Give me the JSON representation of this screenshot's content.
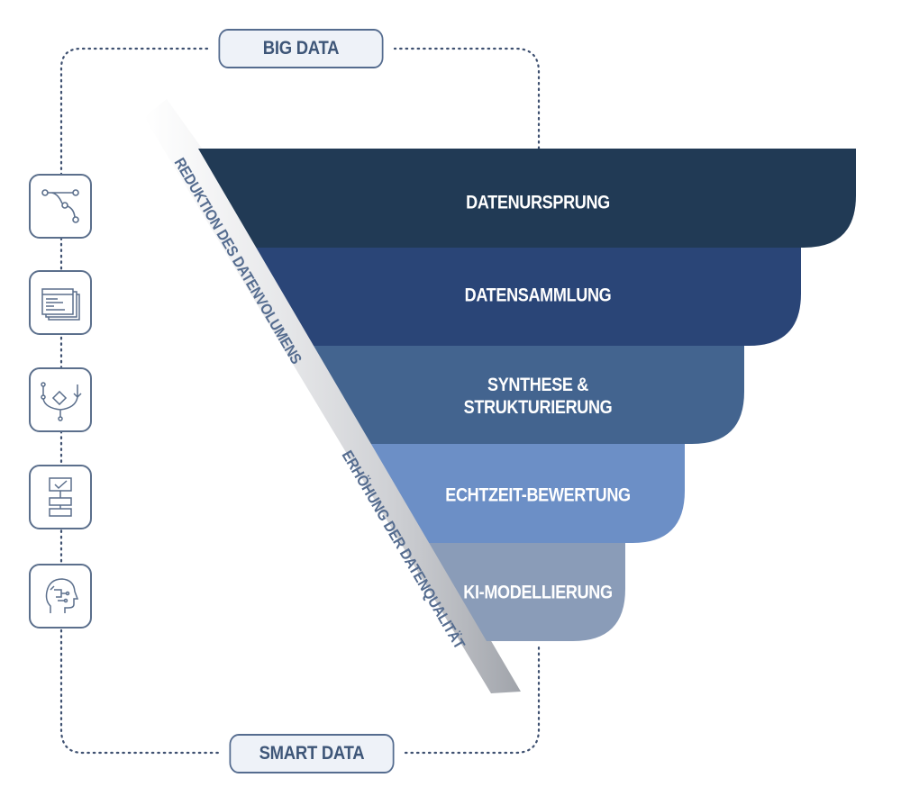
{
  "top_label": "BIG DATA",
  "bottom_label": "SMART DATA",
  "side_label_upper": "REDUKTION DES DATENVOLUMENS",
  "side_label_lower": "ERHÖHUNG DER DATENQUALITÄT",
  "layers": [
    {
      "label": "DATENURSPRUNG",
      "color": "#213a55"
    },
    {
      "label": "DATENSAMMLUNG",
      "color": "#2a4577"
    },
    {
      "label": "SYNTHESE &\nSTRUKTURIERUNG",
      "color": "#43648f"
    },
    {
      "label": "ECHTZEIT-BEWERTUNG",
      "color": "#6c8fc6"
    },
    {
      "label": "KI-MODELLIERUNG",
      "color": "#8a9cb8"
    }
  ],
  "icons": [
    {
      "name": "branch-flow-icon"
    },
    {
      "name": "data-documents-icon"
    },
    {
      "name": "decision-flow-icon"
    },
    {
      "name": "checklist-flow-icon"
    },
    {
      "name": "ai-head-icon"
    }
  ],
  "accent_color": "#556c8f"
}
